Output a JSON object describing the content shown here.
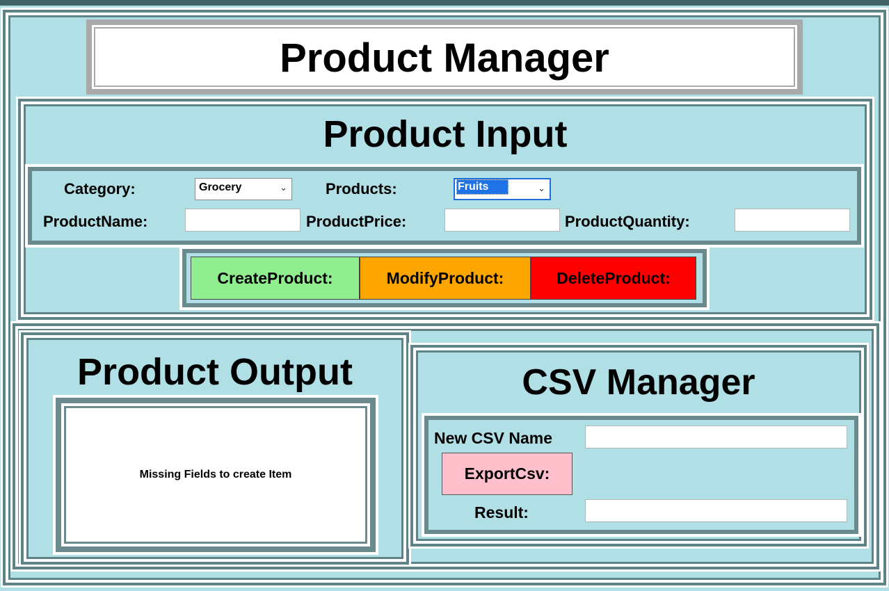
{
  "app": {
    "title": "Product Manager"
  },
  "input_section": {
    "title": "Product Input",
    "category_label": "Category:",
    "category_value": "Grocery",
    "products_label": "Products:",
    "products_value": "Fruits",
    "name_label": "ProductName:",
    "name_value": "",
    "price_label": "ProductPrice:",
    "price_value": "",
    "quantity_label": "ProductQuantity:",
    "quantity_value": ""
  },
  "actions": {
    "create_label": "CreateProduct:",
    "modify_label": "ModifyProduct:",
    "delete_label": "DeleteProduct:",
    "create_color": "#90ee90",
    "modify_color": "#ffa500",
    "delete_color": "#ff0000"
  },
  "output_section": {
    "title": "Product Output",
    "message": "Missing Fields to create Item"
  },
  "csv_section": {
    "title": "CSV Manager",
    "name_label": "New CSV Name",
    "name_value": "",
    "export_label": "ExportCsv:",
    "export_color": "#ffc0cb",
    "result_label": "Result:",
    "result_value": ""
  },
  "colors": {
    "background": "#b0dfe6",
    "frame": "#5f8287"
  }
}
